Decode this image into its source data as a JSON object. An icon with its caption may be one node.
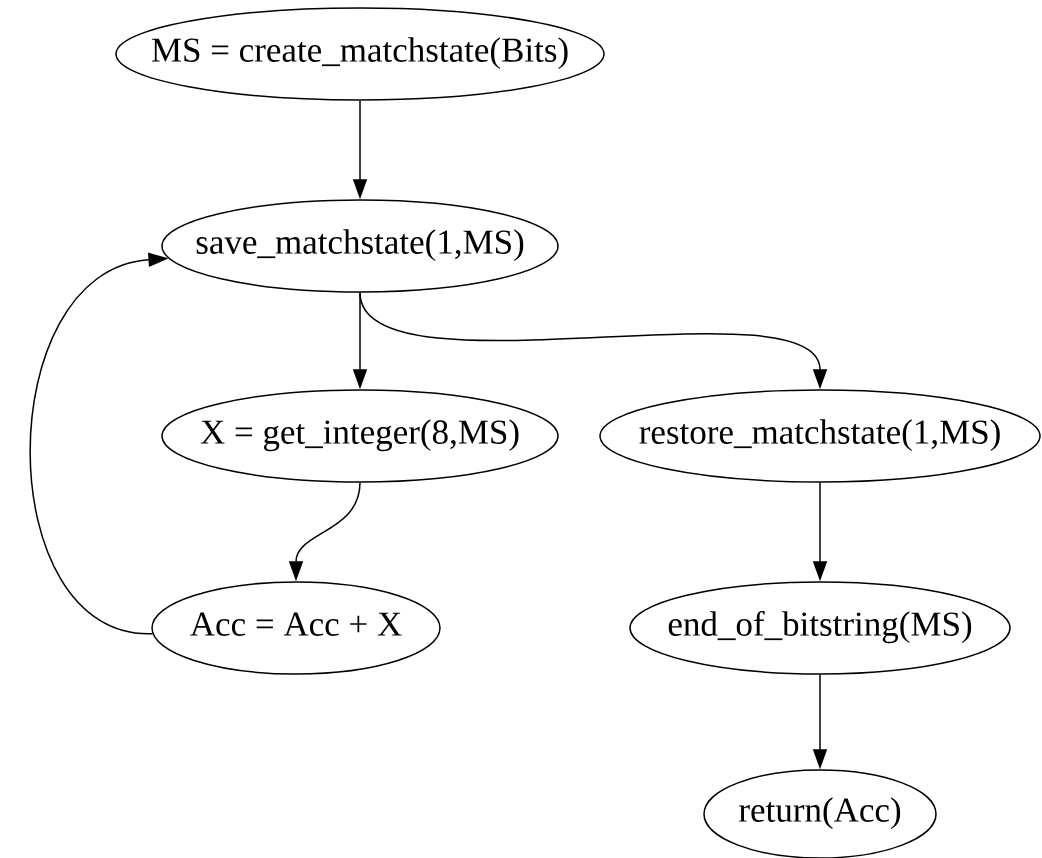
{
  "diagram": {
    "nodes": [
      {
        "text": [
          "MS = create_matchstate(Bits)"
        ]
      },
      {
        "text": [
          "save_matchstate(1,MS)"
        ]
      },
      {
        "text": [
          "X = get_integer(8,MS)"
        ]
      },
      {
        "text": [
          "restore_matchstate(1,MS)"
        ]
      },
      {
        "text": [
          "Acc = Acc + X"
        ]
      },
      {
        "text": [
          "end_of_bitstring(MS)"
        ]
      },
      {
        "text": [
          "return(Acc)"
        ]
      }
    ],
    "edges": [
      {
        "from": 0,
        "to": 1,
        "arrow": "to"
      },
      {
        "from": 1,
        "to": 2,
        "arrow": "to"
      },
      {
        "from": 1,
        "to": 3,
        "arrow": "to"
      },
      {
        "from": 2,
        "to": 4,
        "arrow": "to"
      },
      {
        "from": 4,
        "to": 1,
        "arrow": "to"
      },
      {
        "from": 3,
        "to": 5,
        "arrow": "to"
      },
      {
        "from": 5,
        "to": 6,
        "arrow": "to"
      }
    ]
  }
}
